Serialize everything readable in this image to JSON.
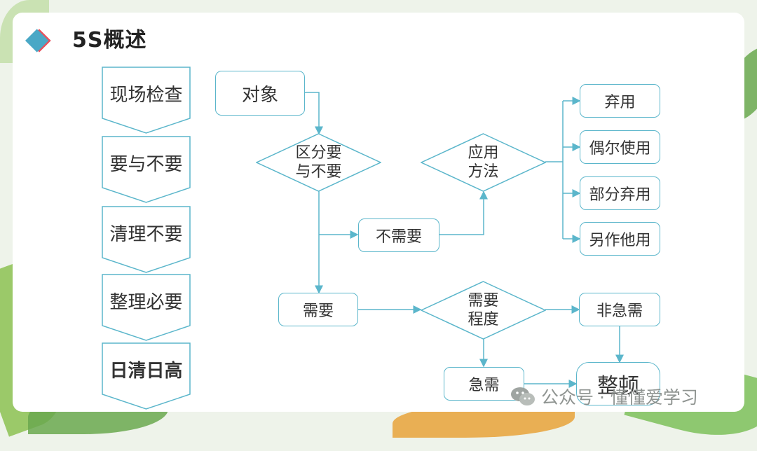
{
  "title": "5S概述",
  "steps": [
    "现场检查",
    "要与不要",
    "清理不要",
    "整理必要",
    "日清日高"
  ],
  "nodes": {
    "object": "对象",
    "distinguish": "区分要\n与不要",
    "not_needed": "不需要",
    "apply_method": "应用\n方法",
    "discard": "弃用",
    "occasional": "偶尔使用",
    "partial_discard": "部分弃用",
    "other_use": "另作他用",
    "needed": "需要",
    "need_degree": "需要\n程度",
    "not_urgent": "非急需",
    "urgent": "急需",
    "arrange": "整顿"
  },
  "watermark": "公众号 · 懂懂爱学习",
  "colors": {
    "line": "#5bb6cb",
    "chevron": "#5bb6cb",
    "accent_red": "#e8505b",
    "accent_blue": "#4aa8c6"
  }
}
